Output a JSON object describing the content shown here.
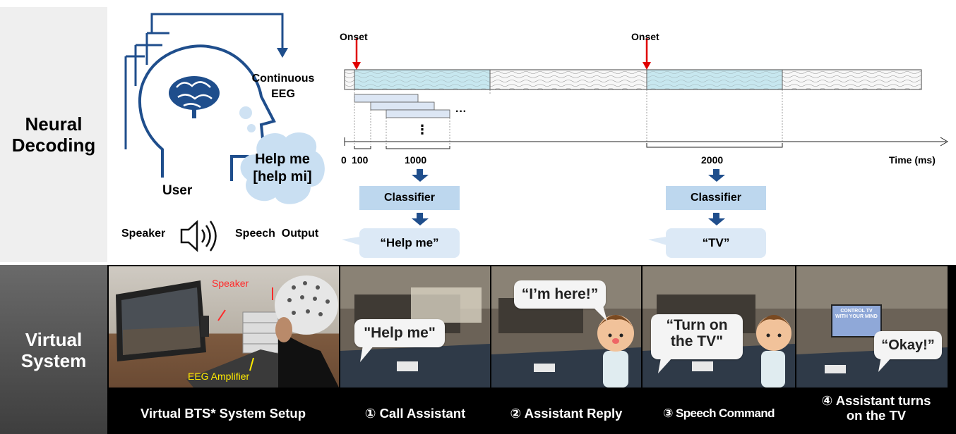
{
  "neural_decoding": {
    "title_line1": "Neural",
    "title_line2": "Decoding",
    "eeg_label_line1": "Continuous",
    "eeg_label_line2": "EEG",
    "thought_line1": "Help me",
    "thought_line2": "[help mi]",
    "user_label": "User",
    "speaker_label": "Speaker",
    "speech_output_label": "Speech  Output",
    "onset_label_1": "Onset",
    "onset_label_2": "Onset",
    "ellipsis_horizontal": "···",
    "ellipsis_vertical": "⋮",
    "ticks": [
      "0",
      "100",
      "1000",
      "2000"
    ],
    "time_label": "Time (ms)",
    "classifier_1": "Classifier",
    "classifier_2": "Classifier",
    "output_1": "“Help me”",
    "output_2": "“TV”",
    "colors": {
      "accent_blue": "#1f4e8c",
      "window_fill": "#bfe5ee",
      "onset_red": "#e00000",
      "classifier_fill": "#bdd7ee",
      "bubble_fill": "#dce9f6"
    }
  },
  "virtual_system": {
    "title_line1": "Virtual",
    "title_line2": "System",
    "setup_speaker_label": "Speaker",
    "setup_amplifier_label": "EEG Amplifier",
    "bubble_1": "\"Help me\"",
    "bubble_2": "“I’m here!”",
    "bubble_3_line1": "“Turn on",
    "bubble_3_line2": "the TV\"",
    "bubble_4": "“Okay!”",
    "tv_text": "CONTROL TV WITH YOUR MIND",
    "captions": {
      "setup": "Virtual BTS* System Setup",
      "step1": "① Call Assistant",
      "step2": "② Assistant Reply",
      "step3": "③ Speech Command",
      "step4_line1": "④ Assistant turns",
      "step4_line2": "on the TV"
    }
  }
}
